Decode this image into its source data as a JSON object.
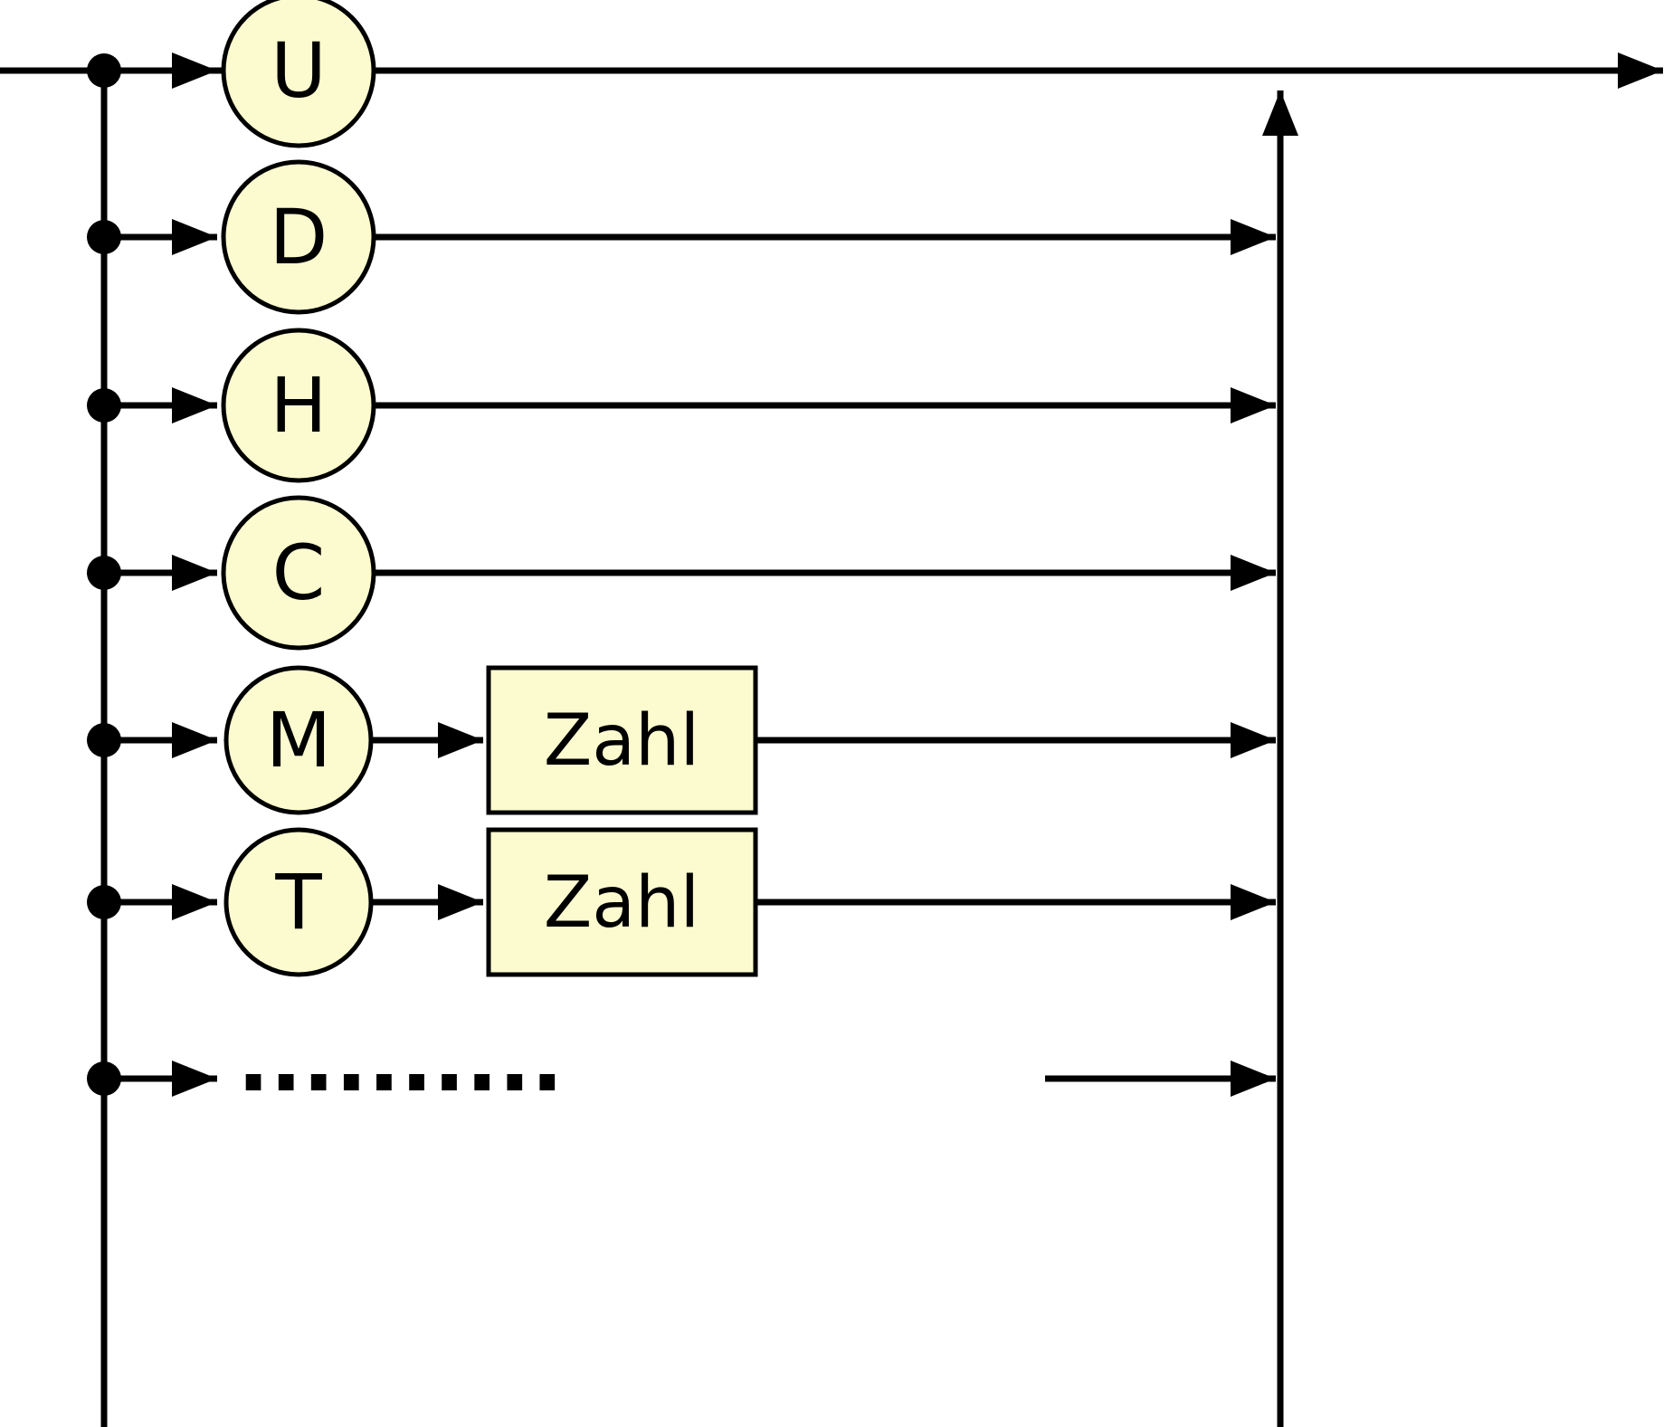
{
  "diagram": {
    "type": "syntax-railroad-diagram",
    "rows": [
      {
        "kind": "terminal",
        "label": "U"
      },
      {
        "kind": "terminal",
        "label": "D"
      },
      {
        "kind": "terminal",
        "label": "H"
      },
      {
        "kind": "terminal",
        "label": "C"
      },
      {
        "kind": "terminal-with-nonterminal",
        "label": "M",
        "box_label": "Zahl"
      },
      {
        "kind": "terminal-with-nonterminal",
        "label": "T",
        "box_label": "Zahl"
      },
      {
        "kind": "ellipsis",
        "label": ".........."
      }
    ],
    "colors": {
      "node_fill": "#FBFBCF",
      "line": "#000000",
      "background": "#FFFFFF"
    }
  }
}
